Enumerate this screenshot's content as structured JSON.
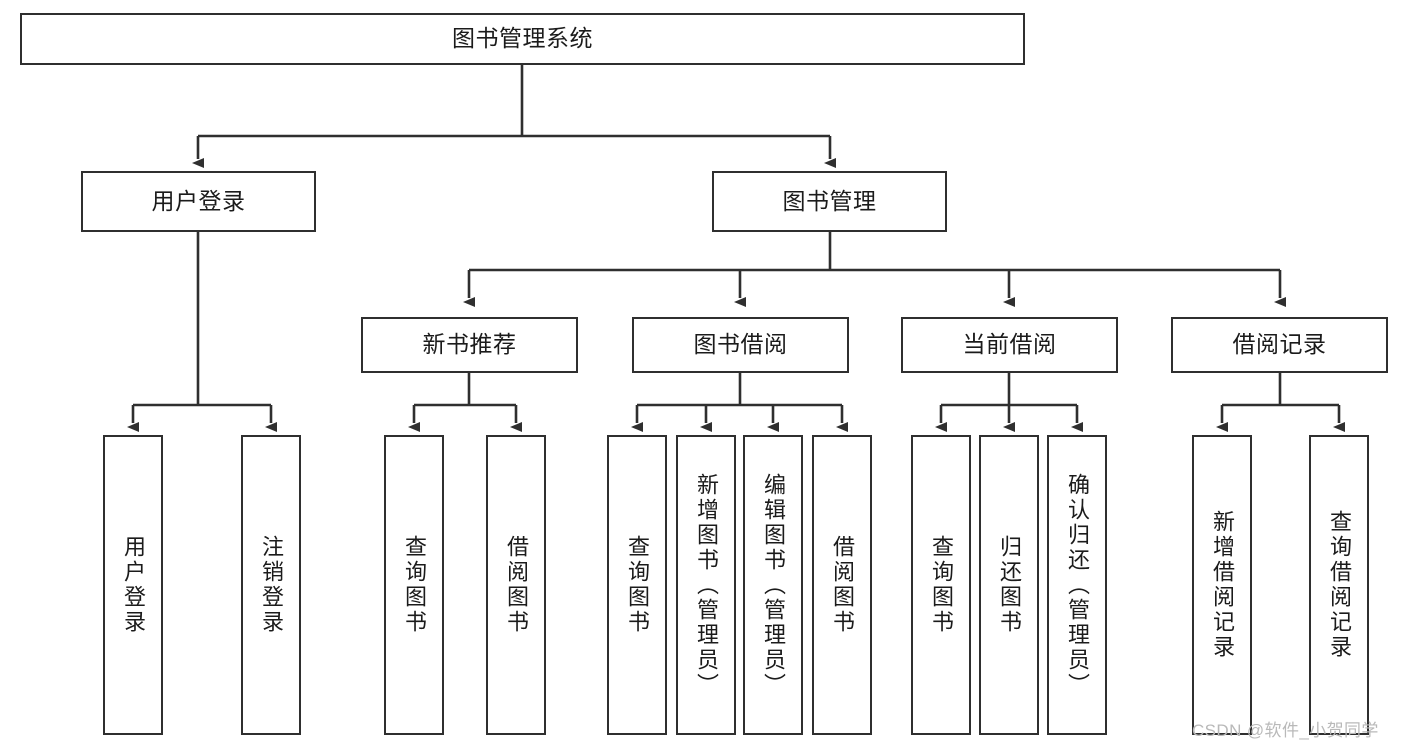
{
  "diagram": {
    "title": "图书管理系统",
    "type": "tree-hierarchy",
    "root": {
      "id": "root",
      "label": "图书管理系统"
    },
    "level2": [
      {
        "id": "user-login",
        "label": "用户登录"
      },
      {
        "id": "book-manage",
        "label": "图书管理"
      }
    ],
    "level3": [
      {
        "id": "new-book-recommend",
        "label": "新书推荐",
        "parent": "book-manage"
      },
      {
        "id": "book-borrow",
        "label": "图书借阅",
        "parent": "book-manage"
      },
      {
        "id": "current-borrow",
        "label": "当前借阅",
        "parent": "book-manage"
      },
      {
        "id": "borrow-record",
        "label": "借阅记录",
        "parent": "book-manage"
      }
    ],
    "leaves": [
      {
        "id": "leaf-user-login",
        "label": "用户登录",
        "parent": "user-login"
      },
      {
        "id": "leaf-logout-login",
        "label": "注销登录",
        "parent": "user-login"
      },
      {
        "id": "leaf-query-book-1",
        "label": "查询图书",
        "parent": "new-book-recommend"
      },
      {
        "id": "leaf-borrow-book-1",
        "label": "借阅图书",
        "parent": "new-book-recommend"
      },
      {
        "id": "leaf-query-book-2",
        "label": "查询图书",
        "parent": "book-borrow"
      },
      {
        "id": "leaf-add-book",
        "label": "新增图书（管理员）",
        "parent": "book-borrow"
      },
      {
        "id": "leaf-edit-book",
        "label": "编辑图书（管理员）",
        "parent": "book-borrow"
      },
      {
        "id": "leaf-borrow-book-2",
        "label": "借阅图书",
        "parent": "book-borrow"
      },
      {
        "id": "leaf-query-book-3",
        "label": "查询图书",
        "parent": "current-borrow"
      },
      {
        "id": "leaf-return-book",
        "label": "归还图书",
        "parent": "current-borrow"
      },
      {
        "id": "leaf-confirm-return",
        "label": "确认归还（管理员）",
        "parent": "current-borrow"
      },
      {
        "id": "leaf-add-record",
        "label": "新增借阅记录",
        "parent": "borrow-record"
      },
      {
        "id": "leaf-query-record",
        "label": "查询借阅记录",
        "parent": "borrow-record"
      }
    ],
    "colors": {
      "border": "#2f2f2f",
      "background": "#ffffff",
      "text": "#1b1b1b",
      "watermark": "#b9b9b9"
    }
  },
  "watermark": {
    "text": "CSDN @软件_小贺同学"
  }
}
